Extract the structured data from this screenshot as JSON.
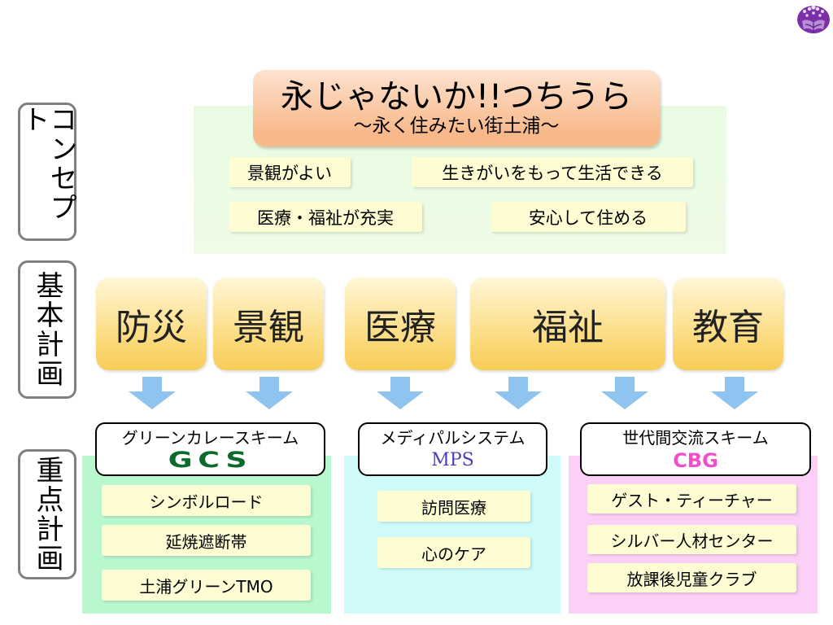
{
  "side_labels": {
    "concept": "コンセプト",
    "basic_plan": "基本計画",
    "priority_plan": "重点計画"
  },
  "concept": {
    "title": "永じゃないか!!つちうら",
    "subtitle": "～永く住みたい街土浦～",
    "items": [
      "景観がよい",
      "生きがいをもって生活できる",
      "医療・福祉が充実",
      "安心して住める"
    ]
  },
  "basic_plans": [
    "防災",
    "景観",
    "医療",
    "福祉",
    "教育"
  ],
  "priority_areas": [
    {
      "name": "グリーンカレースキーム",
      "abbr": "GCS",
      "abbr_color": "#0a6b2b",
      "bg_color": "#b9f7cf",
      "items": [
        "シンボルロード",
        "延焼遮断帯",
        "土浦グリーンTMO"
      ]
    },
    {
      "name": "メディパルシステム",
      "abbr": "MPS",
      "abbr_color": "#4a3fb8",
      "bg_color": "#cffcfb",
      "items": [
        "訪問医療",
        "心のケア"
      ]
    },
    {
      "name": "世代間交流スキーム",
      "abbr": "CBG",
      "abbr_color": "#f24fc9",
      "bg_color": "#fcd0f6",
      "items": [
        "ゲスト・ティーチャー",
        "シルバー人材センター",
        "放課後児童クラブ"
      ]
    }
  ],
  "colors": {
    "concept_bg": "#ecfbe4",
    "title_gradient_bottom": "#f8b889",
    "pill_bg": "#fefcd2",
    "plan_gradient": "#fbd773",
    "arrow": "#8fc3f0",
    "emblem": "#7a2fa8"
  },
  "icons": {
    "emblem": "paulownia-crest-icon",
    "arrow": "arrow-down-icon"
  }
}
